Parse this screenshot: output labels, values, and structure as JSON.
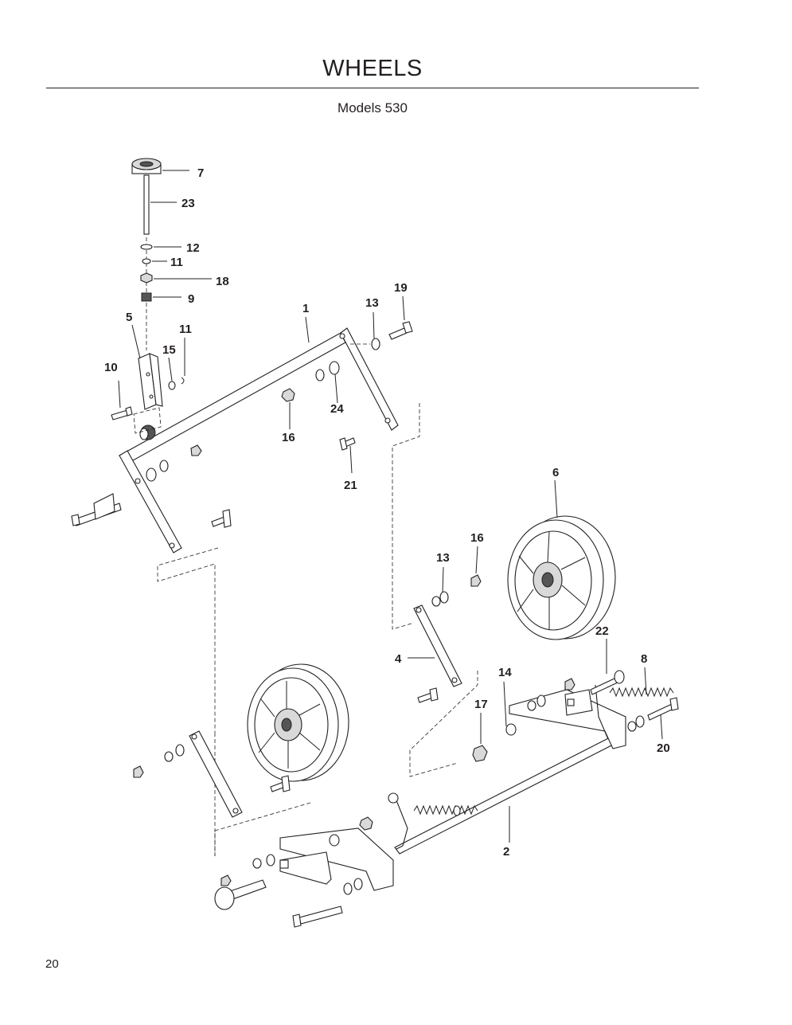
{
  "page": {
    "title": "WHEELS",
    "subtitle": "Models 530",
    "page_number": "20"
  },
  "callouts": [
    "7",
    "23",
    "12",
    "11",
    "18",
    "9",
    "5",
    "11",
    "15",
    "10",
    "1",
    "13",
    "19",
    "24",
    "16",
    "21",
    "6",
    "16",
    "13",
    "22",
    "8",
    "4",
    "14",
    "17",
    "20",
    "2"
  ]
}
